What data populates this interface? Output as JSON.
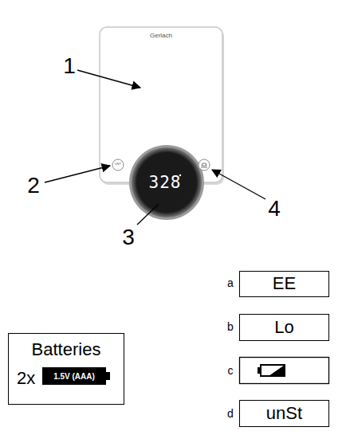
{
  "diagram": {
    "nodes": [
      {
        "text": [
          "EE"
        ]
      },
      {
        "text": [
          "Lo"
        ]
      },
      {
        "text": [
          "unSt"
        ]
      },
      {
        "text": [
          "Batteries",
          "2x"
        ]
      },
      {
        "text": [
          "1.5V (AAA)"
        ],
        "in": 3
      }
    ],
    "labels": [
      "Gerlach",
      "UNIT",
      "328",
      "1",
      "2",
      "3",
      "4",
      "a",
      "b",
      "c",
      "d"
    ]
  }
}
